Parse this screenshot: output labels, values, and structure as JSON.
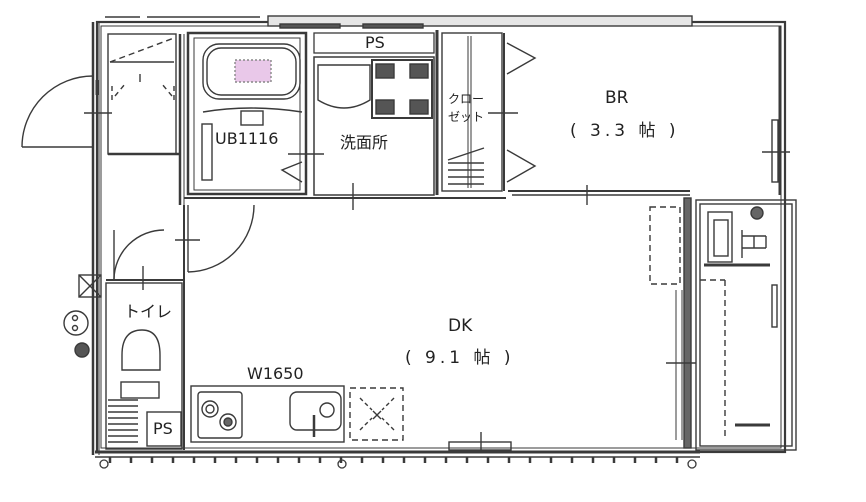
{
  "floorplan": {
    "rooms": {
      "br": {
        "name": "BR",
        "area": "( 3.3 帖 )"
      },
      "dk": {
        "name": "DK",
        "area": "( 9.1 帖 )"
      },
      "bath": {
        "name": "UB1116"
      },
      "washroom": {
        "name": "洗面所"
      },
      "closet": {
        "line1": "クロー",
        "line2": "ゼット"
      },
      "toilet": {
        "name": "トイレ"
      },
      "ps_top": {
        "name": "PS"
      },
      "ps_bottom": {
        "name": "PS"
      }
    },
    "kitchen": {
      "width_label": "W1650"
    },
    "colors": {
      "wall": "#333333",
      "line": "#444444",
      "bath_grate": "#c9a6c9",
      "background": "#ffffff"
    }
  }
}
